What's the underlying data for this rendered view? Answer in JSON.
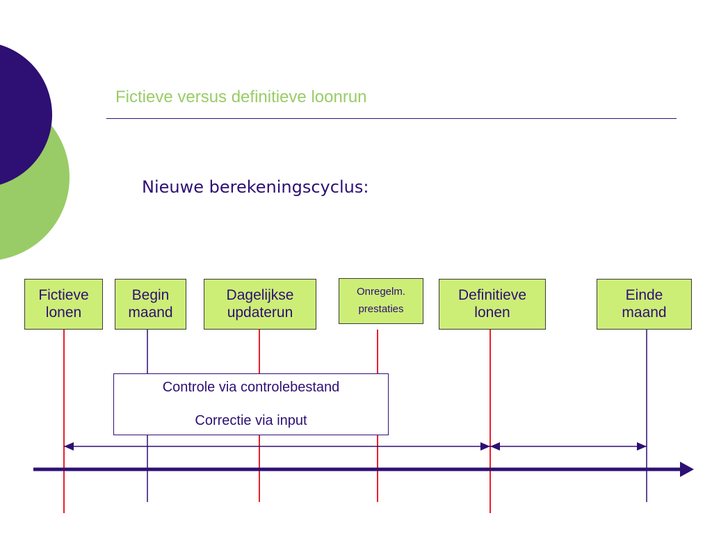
{
  "slide": {
    "title": "Fictieve versus definitieve loonrun",
    "subtitle": "Nieuwe berekeningscyclus:"
  },
  "milestones": [
    {
      "id": "fictieve-lonen",
      "lines": [
        "Fictieve",
        "lonen"
      ],
      "marker_color": "#e8202a"
    },
    {
      "id": "begin-maand",
      "lines": [
        "Begin",
        "maand"
      ],
      "marker_color": "#2e0f73"
    },
    {
      "id": "dagelijkse-updaterun",
      "lines": [
        "Dagelijkse",
        "updaterun"
      ],
      "marker_color": "#e8202a"
    },
    {
      "id": "onregelm-prestaties",
      "lines": [
        "Onregelm.",
        "prestaties"
      ],
      "marker_color": "#e8202a"
    },
    {
      "id": "definitieve-lonen",
      "lines": [
        "Definitieve",
        "lonen"
      ],
      "marker_color": "#e8202a"
    },
    {
      "id": "einde-maand",
      "lines": [
        "Einde",
        "maand"
      ],
      "marker_color": "#2e0f73"
    }
  ],
  "note": {
    "line1": "Controle via controlebestand",
    "line2": "Correctie via input"
  },
  "colors": {
    "accent_green": "#99cc66",
    "box_fill": "#ccee77",
    "dark_purple": "#2e0f73",
    "marker_red": "#e8202a"
  }
}
